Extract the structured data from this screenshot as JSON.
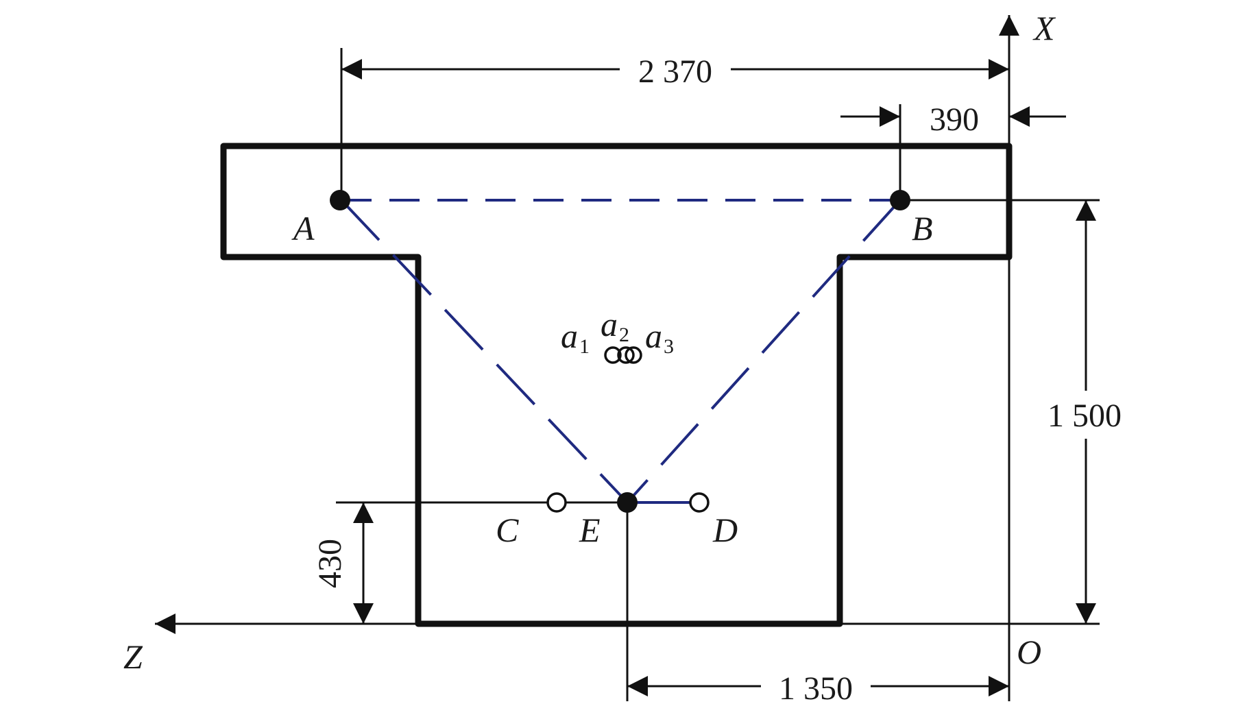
{
  "dimensions": {
    "top_width": "2 370",
    "right_offset": "390",
    "height": "1 500",
    "bottom_offset": "430",
    "base_to_E": "1 350"
  },
  "axes": {
    "x": "X",
    "z": "Z",
    "origin": "O"
  },
  "points": {
    "A": "A",
    "B": "B",
    "C": "C",
    "D": "D",
    "E": "E"
  },
  "centroids": {
    "a1": "a",
    "a1_sub": "1",
    "a2": "a",
    "a2_sub": "2",
    "a3": "a",
    "a3_sub": "3"
  },
  "colors": {
    "outline": "#111111",
    "truss": "#1f2a80",
    "text": "#1a1a1a"
  }
}
